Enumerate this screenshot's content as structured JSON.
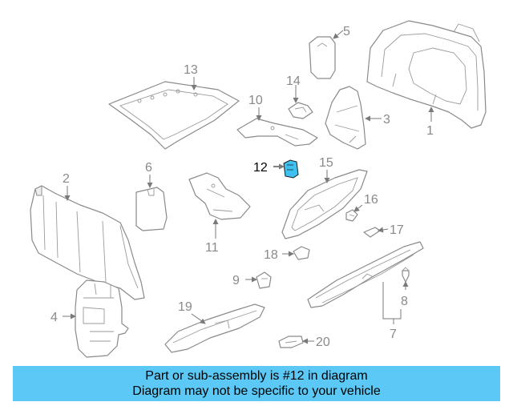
{
  "banner": {
    "line1": "Part or sub-assembly is #12 in diagram",
    "line2": "Diagram may not be specific to your vehicle"
  },
  "highlight_color": "#3ec1f0",
  "banner_color": "#5bc8f5",
  "callouts": {
    "c1": "1",
    "c2": "2",
    "c3": "3",
    "c4": "4",
    "c5": "5",
    "c6": "6",
    "c7": "7",
    "c8": "8",
    "c9": "9",
    "c10": "10",
    "c11": "11",
    "c12": "12",
    "c13": "13",
    "c14": "14",
    "c15": "15",
    "c16": "16",
    "c17": "17",
    "c18": "18",
    "c19": "19",
    "c20": "20"
  }
}
